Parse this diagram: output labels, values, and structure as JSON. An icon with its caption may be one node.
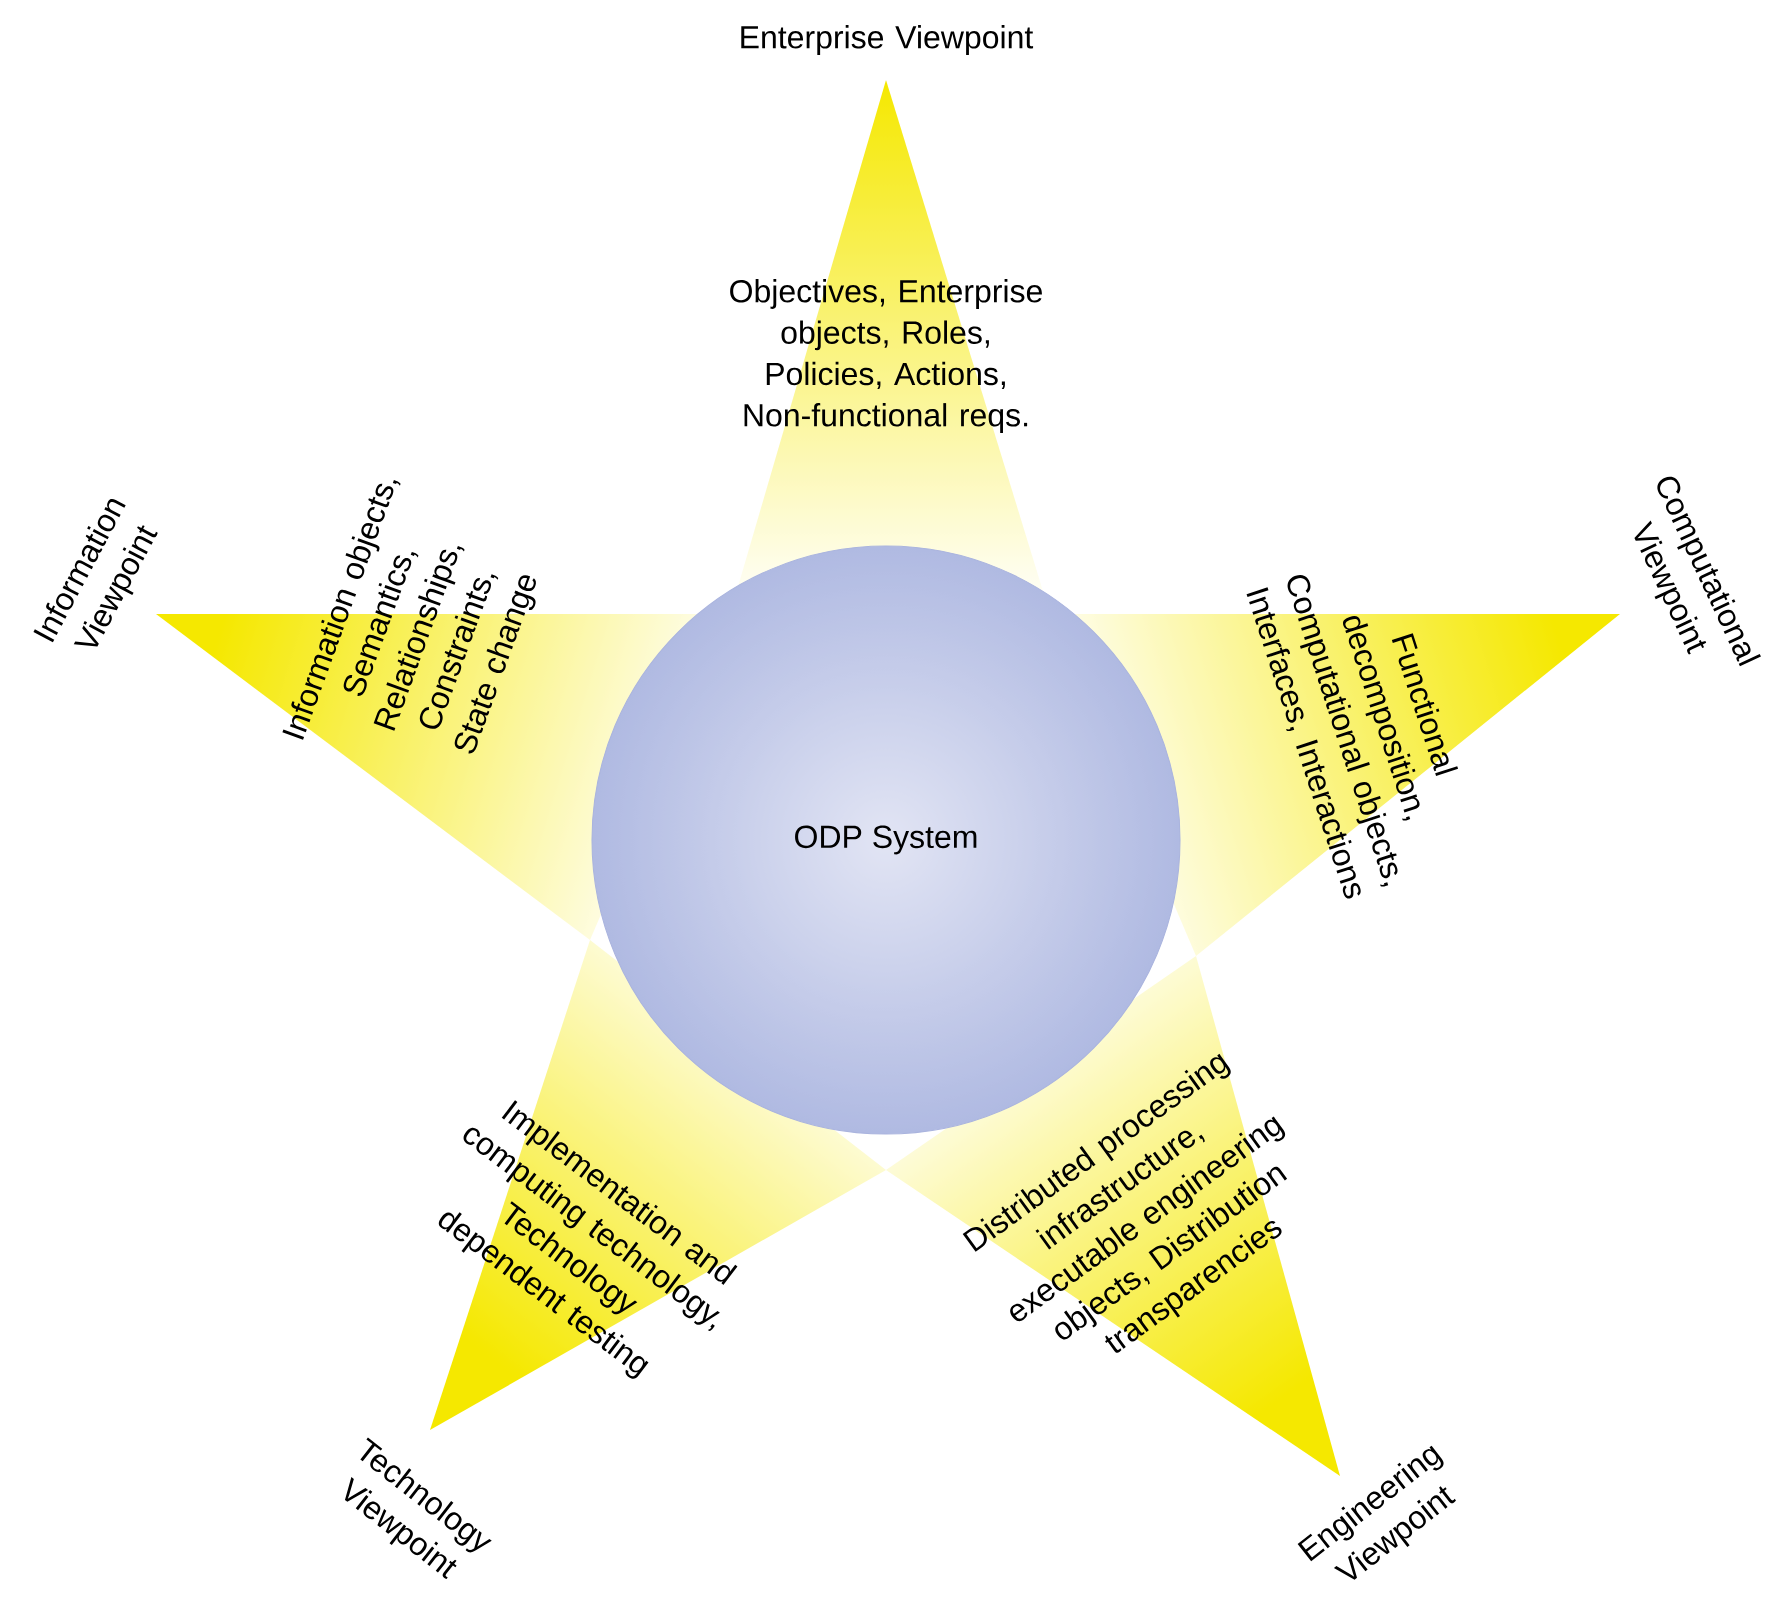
{
  "diagram": {
    "nodes": [
      {
        "text": [
          "ODP System"
        ]
      },
      {
        "text": [
          "Enterprise Viewpoint",
          "Objectives, Enterprise objects, Roles, Policies, Actions, Non-functional reqs."
        ]
      },
      {
        "text": [
          "Information Viewpoint",
          "Information objects, Semantics, Relationships, Constraints, State change"
        ]
      },
      {
        "text": [
          "Computational Viewpoint",
          "Functional decomposition, Computational objects, Interfaces, Interactions"
        ]
      },
      {
        "text": [
          "Technology Viewpoint",
          "Implementation and computing technology, Technology dependent testing"
        ]
      },
      {
        "text": [
          "Engineering Viewpoint",
          "Distributed processing infrastructure, executable engineering objects, Distribution transparencies"
        ]
      }
    ]
  }
}
